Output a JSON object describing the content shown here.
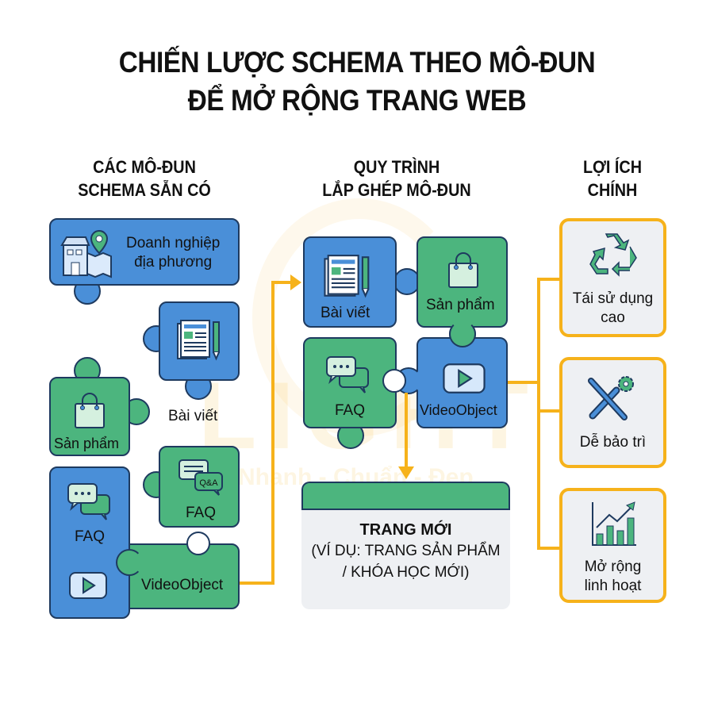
{
  "title": {
    "line1": "CHIẾN LƯỢC SCHEMA THEO MÔ-ĐUN",
    "line2": "ĐỂ MỞ RỘNG TRANG WEB"
  },
  "watermark": {
    "brand": "LIGHT",
    "tagline": "Nhanh - Chuẩn - Đẹp"
  },
  "columns": {
    "left": {
      "line1": "CÁC MÔ-ĐUN",
      "line2": "SCHEMA SẴN CÓ"
    },
    "middle": {
      "line1": "QUY TRÌNH",
      "line2": "LẮP GHÉP MÔ-ĐUN"
    },
    "right": {
      "line1": "LỢI ÍCH",
      "line2": "CHÍNH"
    }
  },
  "available_modules": {
    "local_business": {
      "line1": "Doanh nghiệp",
      "line2": "địa phương",
      "icon": "store-map-pin-icon"
    },
    "article": {
      "label": "Bài viết",
      "icon": "newspaper-pen-icon"
    },
    "product": {
      "label": "Sản phẩm",
      "icon": "shopping-bag-icon"
    },
    "faq_qa": {
      "label": "FAQ",
      "badge": "Q&A",
      "icon": "qa-chat-icon"
    },
    "faq": {
      "label": "FAQ",
      "icon": "chat-bubbles-icon"
    },
    "video": {
      "label": "VideoObject",
      "icon": "play-button-icon"
    }
  },
  "assembly": {
    "article": "Bài viết",
    "product": "Sản phẩm",
    "faq": "FAQ",
    "video": "VideoObject",
    "result": {
      "title": "TRANG MỚI",
      "line2": "(VÍ DỤ: TRANG SẢN PHẨM",
      "line3": "/ KHÓA HỌC MỚI)"
    }
  },
  "benefits": [
    {
      "line1": "Tái sử dụng",
      "line2": "cao",
      "icon": "recycle-icon"
    },
    {
      "line1": "Dễ bảo trì",
      "line2": "",
      "icon": "wrench-screwdriver-gear-icon"
    },
    {
      "line1": "Mở rộng",
      "line2": "linh hoạt",
      "icon": "growth-chart-icon"
    }
  ],
  "colors": {
    "blue": "#4a8fd8",
    "green": "#4cb57e",
    "orange": "#f6b21b",
    "outline": "#1e3a5f"
  }
}
